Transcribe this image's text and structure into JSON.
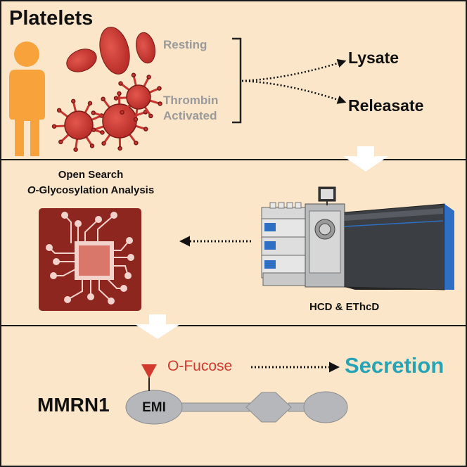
{
  "panel1": {
    "title": "Platelets",
    "label_resting": "Resting",
    "label_thrombin": "Thrombin",
    "label_activated": "Activated",
    "output_lysate": "Lysate",
    "output_releasate": "Releasate"
  },
  "panel2": {
    "analysis_line1": "Open Search",
    "analysis_o": "O",
    "analysis_line2_rest": "-Glycosylation Analysis",
    "instrument_label": "HCD & EThcD"
  },
  "panel3": {
    "protein": "MMRN1",
    "domain": "EMI",
    "modification": "O-Fucose",
    "outcome": "Secretion"
  },
  "colors": {
    "panel_bg": "#FBE6C9",
    "border": "#1a1a1a",
    "person": "#F7A23A",
    "cell_red": "#C8352F",
    "chip": "#8E2620",
    "chip_center": "#D9786A",
    "gray_text": "#9a9a9a",
    "fucose_red": "#D13A2C",
    "secretion_teal": "#27A3B6",
    "domain_gray": "#B5B7BA"
  }
}
